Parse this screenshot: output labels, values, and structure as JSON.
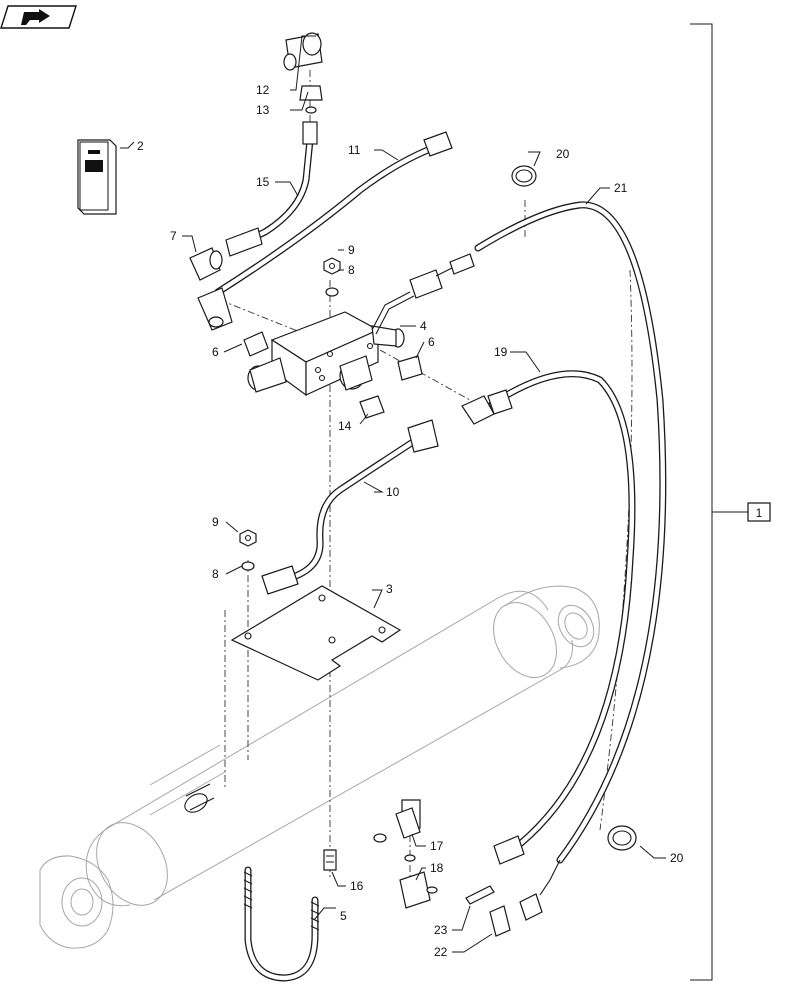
{
  "icon": {
    "name": "book-arrow-icon"
  },
  "assembly_callout": "1",
  "callouts": [
    {
      "id": "c2",
      "text": "2"
    },
    {
      "id": "c3",
      "text": "3"
    },
    {
      "id": "c4",
      "text": "4"
    },
    {
      "id": "c5",
      "text": "5"
    },
    {
      "id": "c6a",
      "text": "6"
    },
    {
      "id": "c6b",
      "text": "6"
    },
    {
      "id": "c7",
      "text": "7"
    },
    {
      "id": "c8a",
      "text": "8"
    },
    {
      "id": "c8b",
      "text": "8"
    },
    {
      "id": "c9a",
      "text": "9"
    },
    {
      "id": "c9b",
      "text": "9"
    },
    {
      "id": "c10",
      "text": "10"
    },
    {
      "id": "c11",
      "text": "11"
    },
    {
      "id": "c12",
      "text": "12"
    },
    {
      "id": "c13",
      "text": "13"
    },
    {
      "id": "c14",
      "text": "14"
    },
    {
      "id": "c15",
      "text": "15"
    },
    {
      "id": "c16",
      "text": "16"
    },
    {
      "id": "c17",
      "text": "17"
    },
    {
      "id": "c18",
      "text": "18"
    },
    {
      "id": "c19",
      "text": "19"
    },
    {
      "id": "c20a",
      "text": "20"
    },
    {
      "id": "c20b",
      "text": "20"
    },
    {
      "id": "c21",
      "text": "21"
    },
    {
      "id": "c22",
      "text": "22"
    },
    {
      "id": "c23",
      "text": "23"
    }
  ]
}
